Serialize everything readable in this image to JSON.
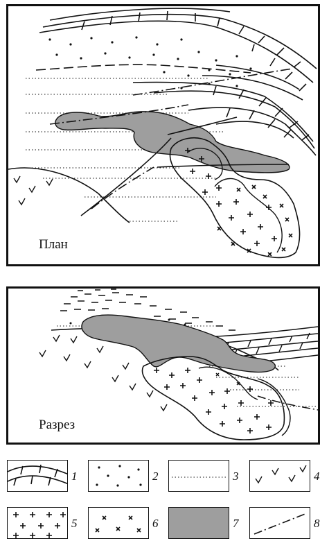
{
  "plan": {
    "label": "План"
  },
  "section": {
    "label": "Разрез"
  },
  "legend": [
    {
      "num": "1",
      "pattern": "limestone-brick"
    },
    {
      "num": "2",
      "pattern": "dots-sandstone"
    },
    {
      "num": "3",
      "pattern": "dotted-lines"
    },
    {
      "num": "4",
      "pattern": "checkmarks-volcanic"
    },
    {
      "num": "5",
      "pattern": "plus-granite"
    },
    {
      "num": "6",
      "pattern": "cross-diorite"
    },
    {
      "num": "7",
      "pattern": "gray-orebody"
    },
    {
      "num": "8",
      "pattern": "dash-dot-fault"
    }
  ],
  "colors": {
    "ink": "#111111",
    "ore": "#9e9e9e"
  }
}
